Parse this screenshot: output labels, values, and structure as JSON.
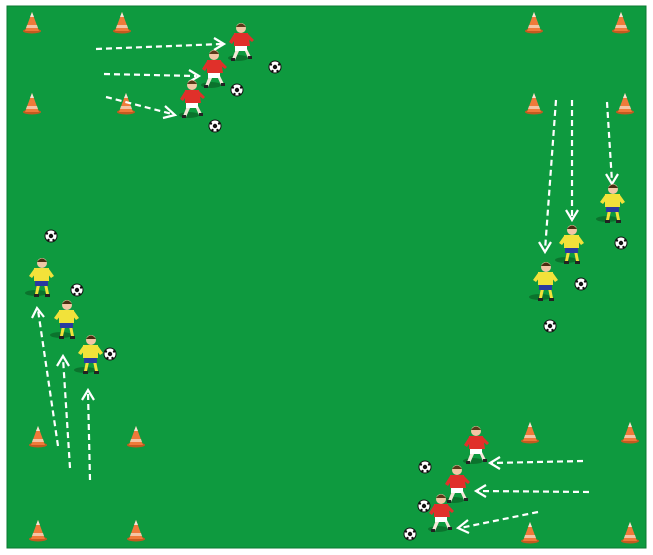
{
  "diagram": {
    "kind": "soccer-drill",
    "colors": {
      "pitch": "#0e9a3f",
      "pitch_border": "#0a7a30",
      "cone": "#f07a3a",
      "cone_tip": "#f6e4d2",
      "red_shirt": "#e0302a",
      "yellow_shirt": "#f2e23a",
      "yellow_shorts": "#2b3aa0",
      "arrow": "#ffffff"
    },
    "icons": [
      "cone-icon",
      "ball-icon",
      "player-icon",
      "arrow-icon"
    ],
    "groups": [
      {
        "name": "top-left-group",
        "team": "red",
        "players": 3,
        "balls": 3,
        "arrows": 3
      },
      {
        "name": "top-right-group",
        "team": "yellow",
        "players": 3,
        "balls": 3,
        "arrows": 3
      },
      {
        "name": "bottom-left-group",
        "team": "yellow",
        "players": 3,
        "balls": 3,
        "arrows": 3
      },
      {
        "name": "bottom-right-group",
        "team": "red",
        "players": 3,
        "balls": 3,
        "arrows": 3
      }
    ],
    "cone_count": 16
  }
}
